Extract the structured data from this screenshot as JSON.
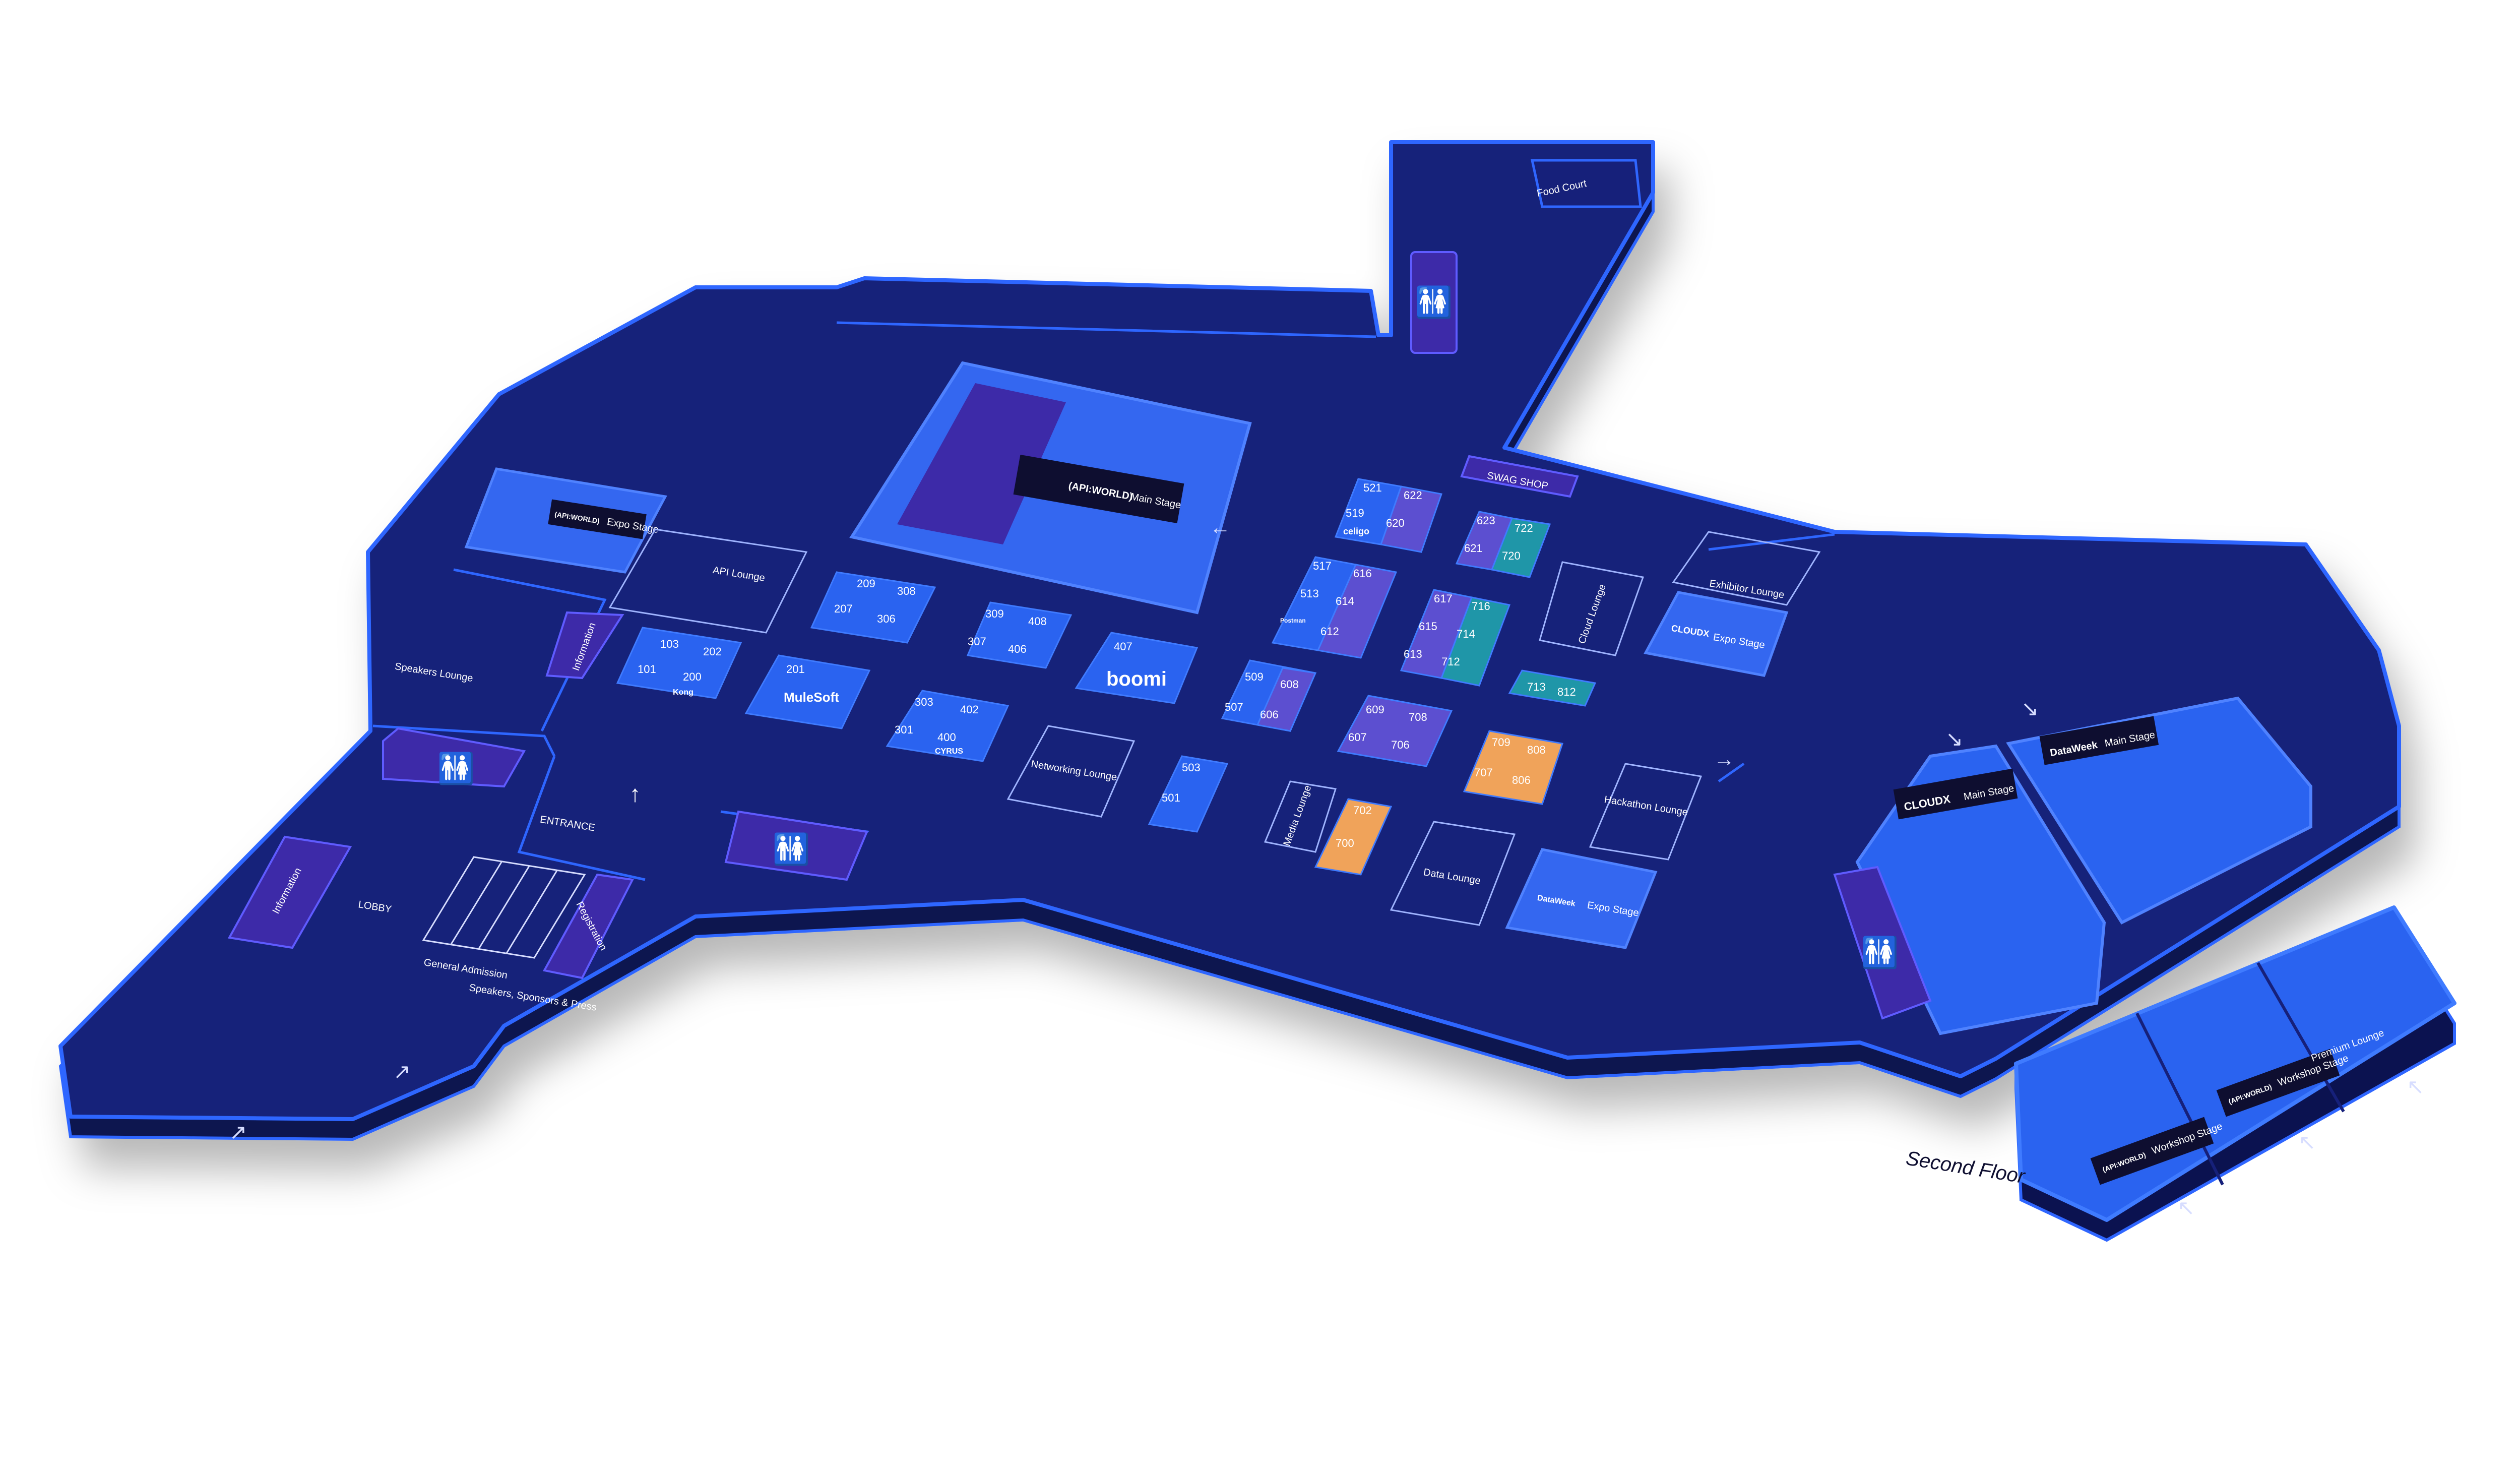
{
  "colors": {
    "floor": "#16207a",
    "floor_dark": "#0b1250",
    "edge": "#2f66ff",
    "booth_blue": "#2a63f0",
    "booth_purple": "#5c4fd0",
    "booth_teal": "#1f96a8",
    "booth_orange": "#f0a35a",
    "stage": "#3467f0",
    "icon_bg": "#3d2aa8",
    "line": "#d7ddff"
  },
  "areas": {
    "food_court": "Food Court",
    "swag_shop": "SWAG SHOP",
    "exhibitor_lounge": "Exhibitor Lounge",
    "cloud_lounge": "Cloud Lounge",
    "api_lounge": "API Lounge",
    "speakers_lounge": "Speakers Lounge",
    "networking_lounge": "Networking Lounge",
    "media_lounge": "Media Lounge",
    "hackathon_lounge": "Hackathon Lounge",
    "data_lounge": "Data Lounge",
    "premium_lounge": "Premium Lounge",
    "lobby": "LOBBY",
    "entrance": "ENTRANCE",
    "information_left": "Information",
    "information_right": "Information",
    "registration": "Registration",
    "second_floor": "Second Floor",
    "general_admission": "General Admission",
    "speakers_sponsors_press": "Speakers, Sponsors & Press"
  },
  "stages": {
    "main_stage_brand": "(API:WORLD)",
    "main_stage": "Main Stage",
    "api_expo_brand": "(API:WORLD)",
    "api_expo": "Expo Stage",
    "cloud_expo_brand": "CLOUDX",
    "cloud_expo": "Expo Stage",
    "data_expo_brand": "DataWeek",
    "data_expo": "Expo Stage",
    "cloudx_main_brand": "CLOUDX",
    "cloudx_main": "Main Stage",
    "dataweek_main_brand": "DataWeek",
    "dataweek_main": "Main Stage",
    "workshop_brand_1": "(API:WORLD)",
    "workshop_1": "Workshop Stage",
    "workshop_brand_2": "(API:WORLD)",
    "workshop_2": "Workshop Stage"
  },
  "booths": {
    "b103": "103",
    "b202": "202",
    "b101": "101",
    "b200": "200",
    "b201": "201",
    "b209": "209",
    "b308": "308",
    "b207": "207",
    "b306": "306",
    "b309": "309",
    "b408": "408",
    "b307": "307",
    "b406": "406",
    "b303": "303",
    "b402": "402",
    "b301": "301",
    "b400": "400",
    "b407": "407",
    "b509": "509",
    "b608": "608",
    "b507": "507",
    "b606": "606",
    "b503": "503",
    "b501": "501",
    "b521": "521",
    "b622": "622",
    "b519": "519",
    "b620": "620",
    "b517": "517",
    "b616": "616",
    "b513": "513",
    "b614": "614",
    "b612": "612",
    "b609": "609",
    "b708": "708",
    "b607": "607",
    "b706": "706",
    "b702": "702",
    "b700": "700",
    "b623": "623",
    "b722": "722",
    "b621": "621",
    "b720": "720",
    "b617": "617",
    "b716": "716",
    "b615": "615",
    "b714": "714",
    "b613": "613",
    "b712": "712",
    "b713": "713",
    "b812": "812",
    "b709": "709",
    "b808": "808",
    "b707": "707",
    "b806": "806"
  },
  "brands": {
    "boomi": "boomi",
    "mulesoft": "MuleSoft",
    "celigo": "celigo",
    "kong": "Kong",
    "postman": "Postman",
    "cyrus": "CYRUS"
  }
}
